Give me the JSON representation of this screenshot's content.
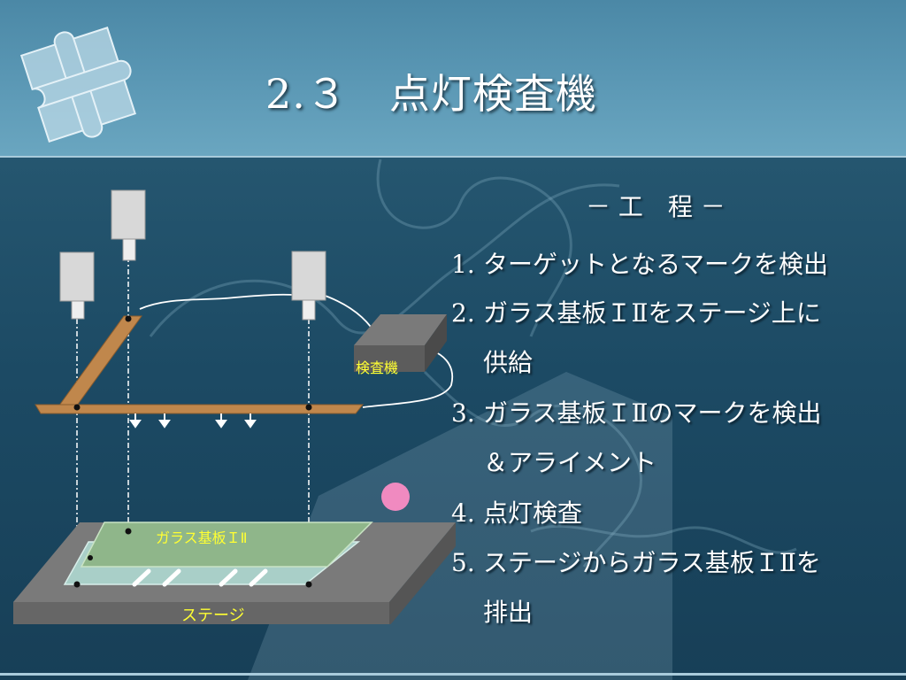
{
  "slide": {
    "title": "2.３　点灯検査機"
  },
  "diagram": {
    "inspector_label": "検査機",
    "glass_label": "ガラス基板ＩⅡ",
    "stage_label": "ステージ"
  },
  "process": {
    "heading": "－ 工　程 －",
    "steps": [
      {
        "num": "1.",
        "lines": [
          "ターゲットとなるマークを検出"
        ]
      },
      {
        "num": "2.",
        "lines": [
          "ガラス基板ＩⅡをステージ上に",
          "供給"
        ]
      },
      {
        "num": "3.",
        "lines": [
          "ガラス基板ＩⅡのマークを検出",
          "＆アライメント"
        ]
      },
      {
        "num": "4.",
        "lines": [
          "点灯検査"
        ]
      },
      {
        "num": "5.",
        "lines": [
          "ステージからガラス基板ＩⅡを",
          "排出"
        ]
      }
    ]
  },
  "colors": {
    "background": "#1c4a64",
    "title_band": "#5a97b4",
    "label_yellow": "#ffff33",
    "marker_pink": "#f08ac0",
    "glass_green": "#8fb68a",
    "stage_gray": "#6e6e6e"
  }
}
